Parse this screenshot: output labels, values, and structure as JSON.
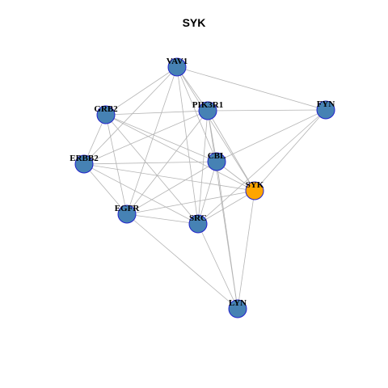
{
  "title": "SYK",
  "colors": {
    "node_default": "#4682B4",
    "node_highlight": "#FFA500",
    "node_border": "#2222CC",
    "edge": "#B4B4B4"
  },
  "nodes": [
    {
      "id": "VAV1",
      "label": "VAV1",
      "color": "#4682B4"
    },
    {
      "id": "GRB2",
      "label": "GRB2",
      "color": "#4682B4"
    },
    {
      "id": "PIK3R1",
      "label": "PIK3R1",
      "color": "#4682B4"
    },
    {
      "id": "FYN",
      "label": "FYN",
      "color": "#4682B4"
    },
    {
      "id": "ERBB2",
      "label": "ERBB2",
      "color": "#4682B4"
    },
    {
      "id": "CBL",
      "label": "CBL",
      "color": "#4682B4"
    },
    {
      "id": "SYK",
      "label": "SYK",
      "color": "#FFA500"
    },
    {
      "id": "EGFR",
      "label": "EGFR",
      "color": "#4682B4"
    },
    {
      "id": "SRC",
      "label": "SRC",
      "color": "#4682B4"
    },
    {
      "id": "LYN",
      "label": "LYN",
      "color": "#4682B4"
    }
  ],
  "edges": [
    [
      "VAV1",
      "GRB2"
    ],
    [
      "VAV1",
      "PIK3R1"
    ],
    [
      "VAV1",
      "FYN"
    ],
    [
      "VAV1",
      "ERBB2"
    ],
    [
      "VAV1",
      "CBL"
    ],
    [
      "VAV1",
      "SYK"
    ],
    [
      "VAV1",
      "EGFR"
    ],
    [
      "VAV1",
      "SRC"
    ],
    [
      "GRB2",
      "PIK3R1"
    ],
    [
      "GRB2",
      "ERBB2"
    ],
    [
      "GRB2",
      "CBL"
    ],
    [
      "GRB2",
      "SYK"
    ],
    [
      "GRB2",
      "EGFR"
    ],
    [
      "GRB2",
      "SRC"
    ],
    [
      "PIK3R1",
      "FYN"
    ],
    [
      "PIK3R1",
      "ERBB2"
    ],
    [
      "PIK3R1",
      "CBL"
    ],
    [
      "PIK3R1",
      "SYK"
    ],
    [
      "PIK3R1",
      "EGFR"
    ],
    [
      "PIK3R1",
      "SRC"
    ],
    [
      "PIK3R1",
      "LYN"
    ],
    [
      "FYN",
      "CBL"
    ],
    [
      "FYN",
      "SYK"
    ],
    [
      "FYN",
      "SRC"
    ],
    [
      "ERBB2",
      "CBL"
    ],
    [
      "ERBB2",
      "SYK"
    ],
    [
      "ERBB2",
      "EGFR"
    ],
    [
      "ERBB2",
      "SRC"
    ],
    [
      "CBL",
      "SYK"
    ],
    [
      "CBL",
      "EGFR"
    ],
    [
      "CBL",
      "SRC"
    ],
    [
      "CBL",
      "LYN"
    ],
    [
      "SYK",
      "EGFR"
    ],
    [
      "SYK",
      "SRC"
    ],
    [
      "SYK",
      "LYN"
    ],
    [
      "EGFR",
      "SRC"
    ],
    [
      "EGFR",
      "LYN"
    ],
    [
      "SRC",
      "LYN"
    ]
  ]
}
